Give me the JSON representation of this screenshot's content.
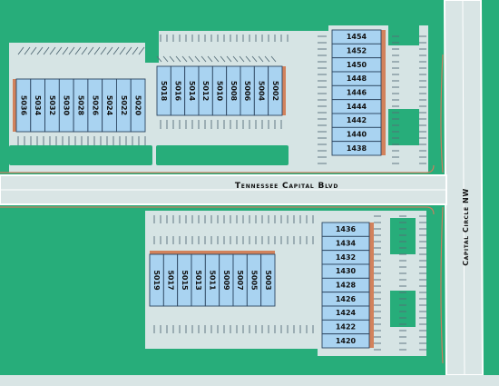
{
  "map": {
    "colors": {
      "grass": "#27ad7a",
      "pavement": "#d6e4e4",
      "road": "#d9e5e5",
      "road_edge": "#ffffff",
      "unit_fill": "#a9d3f1",
      "unit_stroke": "#2c4560",
      "firewall": "#d2825c",
      "text": "#111111"
    },
    "streets": {
      "horizontal": "Tennessee Capital Blvd",
      "vertical": "Capital Circle NW"
    },
    "blocks": {
      "nw_left": [
        "5036",
        "5034",
        "5032",
        "5030",
        "5028",
        "5026",
        "5024",
        "5022",
        "5020"
      ],
      "nw_right": [
        "5018",
        "5016",
        "5014",
        "5012",
        "5010",
        "5008",
        "5006",
        "5004",
        "5002"
      ],
      "ne": [
        "1454",
        "1452",
        "1450",
        "1448",
        "1446",
        "1444",
        "1442",
        "1440",
        "1438"
      ],
      "sw": [
        "5019",
        "5017",
        "5015",
        "5013",
        "5011",
        "5009",
        "5007",
        "5005",
        "5003"
      ],
      "se": [
        "1436",
        "1434",
        "1432",
        "1430",
        "1428",
        "1426",
        "1424",
        "1422",
        "1420"
      ]
    }
  }
}
